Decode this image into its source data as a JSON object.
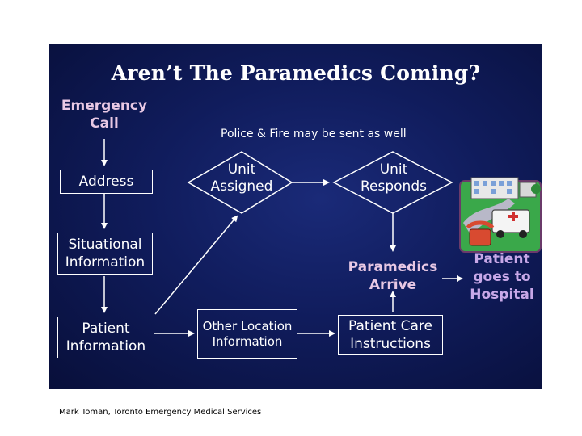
{
  "slide": {
    "title": "Aren’t The Paramedics Coming?",
    "emergency_call": "Emergency Call",
    "address": "Address",
    "situational_information": "Situational Information",
    "patient_information": "Patient Information",
    "other_location_information": "Other Location Information",
    "patient_care_instructions": "Patient Care Instructions",
    "unit_assigned": "Unit Assigned",
    "unit_responds": "Unit Responds",
    "police_fire_note": "Police & Fire may be sent as well",
    "paramedics_arrive": "Paramedics Arrive",
    "patient_to_hospital": "Patient goes to Hospital"
  },
  "footer": {
    "credit": "Mark Toman, Toronto Emergency Medical Services"
  },
  "colors": {
    "background": "#101c5c",
    "pink_label": "#e8c8e4",
    "purple_label": "#c8a8e8",
    "line": "#ffffff"
  }
}
